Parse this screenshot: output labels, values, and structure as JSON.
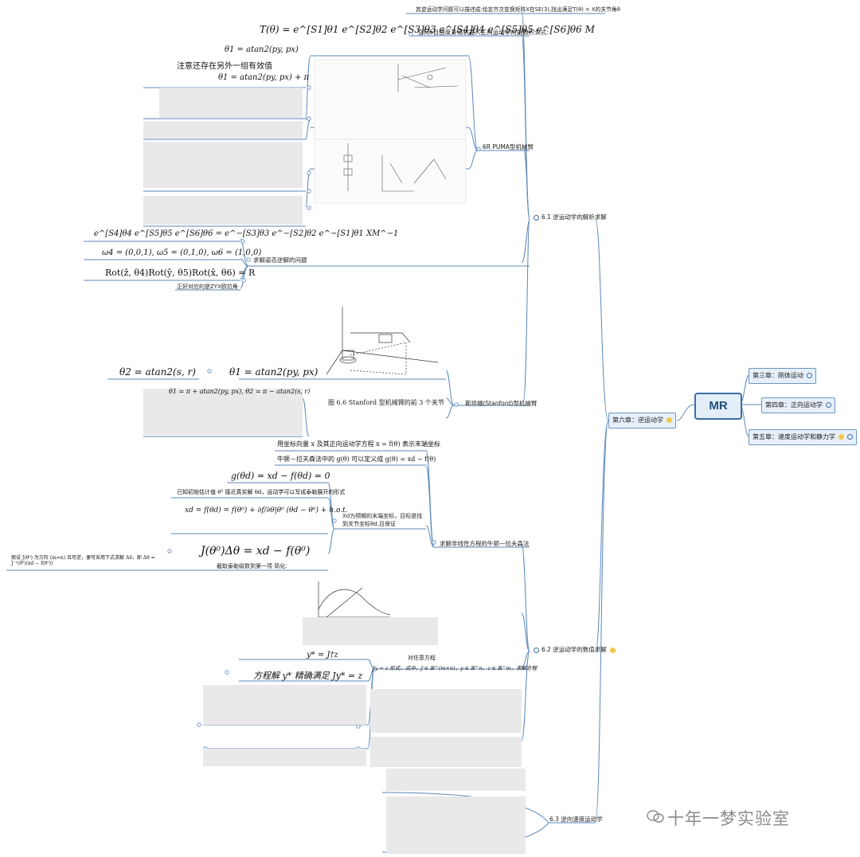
{
  "root": {
    "label": "MR"
  },
  "branches": {
    "ch3": "第三章：刚体运动",
    "ch4": "第四章：正向运动学",
    "ch5": "第五章：速度运动学和静力学",
    "ch6": "第六章：逆运动学"
  },
  "sections": {
    "s61": "6.1 逆运动学的解析求解",
    "s62": "6.2 逆运动学的数值求解",
    "s63": "6.3 逆向速度运动学"
  },
  "nodes": {
    "intro": "其逆运动学问题可以描述成:给定齐次变换矩阵X在SE(3),找出满足T(θ) = X的关节角θ",
    "space6": "空间6自由度开链机器人正向运动学的指数积公式:",
    "puma": "6R PUMA型机械臂",
    "wrist": "求解姿态逆解的问题",
    "zyx": "正好对应的是ZYX欧拉角",
    "stanford": "斯坦福(Stanford)型机械臂",
    "newton": "求解非线性方程的牛顿—拉夫森法",
    "xd_target": "Xd为预期的末端坐标，目标是找到关节坐标θd,且保证",
    "taylor": "截取泰勒级数到第一项 简化:",
    "arbitrary": "对任意方程"
  },
  "formulas": {
    "fk": "T(θ) = e^[S1]θ1 e^[S2]θ2 e^[S3]θ3 e^[S4]θ4 e^[S5]θ5 e^[S6]θ6 M",
    "th1": "θ1 = atan2(py, px)",
    "note_other": "注意还存在另外一组有效值",
    "th1b": "θ1 = atan2(py, px) + π",
    "wrist_eq": "e^[S4]θ4 e^[S5]θ5 e^[S6]θ6 = e^−[S3]θ3 e^−[S2]θ2 e^−[S1]θ1 XM^−1",
    "omegas": "ω4 = (0,0,1),  ω5 = (0,1,0),  ω6 = (1,0,0)",
    "rot": "Rot(ẑ, θ4)Rot(ŷ, θ5)Rot(x̂, θ6) = R",
    "th2s": "θ2 = atan2(s, r)",
    "th1s": "θ1 = atan2(py, px)",
    "th1s_alt": "θ1 = π + atan2(py, px),   θ2 = π − atan2(s, r)",
    "fig66": "图 6.6   Stanford 型机械臂的前 3 个关节",
    "endcoord": "用坐标向量 x 及其正向运动学方程 x = f(θ) 表示末端坐标",
    "gdef": "牛顿－拉夫森法中的 g(θ) 可以定义成 g(θ) = xd − f(θ)",
    "g0": "g(θd) = xd − f(θd) = 0",
    "known": "已知初始估计值 θ⁰ 接近真实解 θd，运动学可以写成泰勒展开的形式",
    "taylor_eq": "xd = f(θd) = f(θ⁰) + ∂f/∂θ|θ⁰ (θd − θ⁰) + h.o.t.",
    "jac": "J(θ⁰)Δθ = xd − f(θ⁰)",
    "inv": "假设 J(θ⁰) 为方阵 (m=n) 且可逆，便可采用下式求解 Δθ，即  Δθ = J⁻¹(θ⁰)(xd − f(θ⁰))",
    "ystar": "y* = J†z",
    "jy": "方程解 y* 精确满足 Jy* = z",
    "jyz": "Jy = z 形式，式中，J ∈ ℝ^(m×n)，y ∈ ℝ^n，z ∈ ℝ^m，求解方程"
  },
  "watermark": "十年一梦实验室"
}
